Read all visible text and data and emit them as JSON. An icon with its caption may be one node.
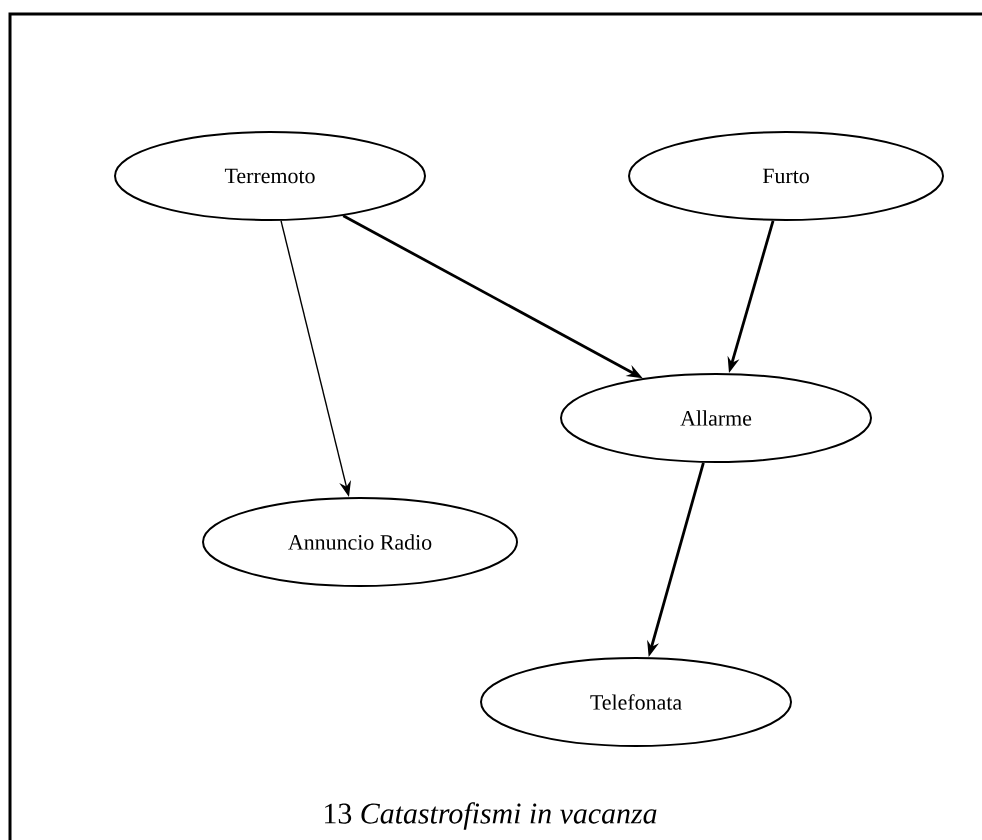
{
  "diagram": {
    "caption": "13 *Catastrofismi in vacanza*",
    "nodes": [
      {
        "text": [
          "Terremoto"
        ]
      },
      {
        "text": [
          "Furto"
        ]
      },
      {
        "text": [
          "Allarme"
        ]
      },
      {
        "text": [
          "Annuncio Radio"
        ]
      },
      {
        "text": [
          "Telefonata"
        ]
      }
    ],
    "edges": [
      {
        "from": 0,
        "to": 2,
        "arrow": "to"
      },
      {
        "from": 1,
        "to": 2,
        "arrow": "to"
      },
      {
        "from": 0,
        "to": 3,
        "arrow": "to"
      },
      {
        "from": 2,
        "to": 4,
        "arrow": "to"
      }
    ]
  }
}
